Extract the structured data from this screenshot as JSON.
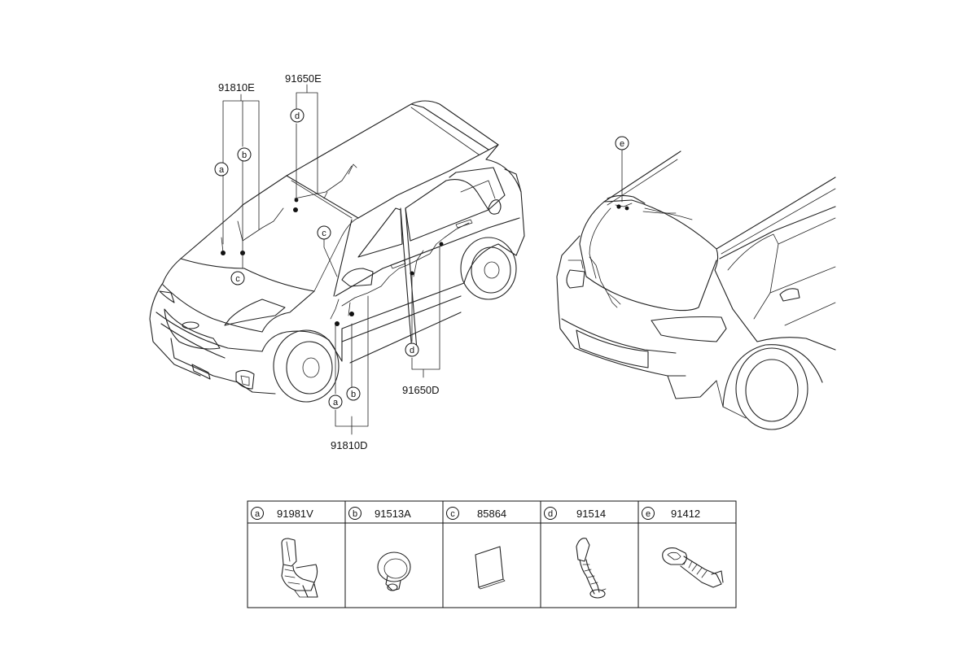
{
  "diagram": {
    "front_view": {
      "callouts": {
        "part_91810E": "91810E",
        "part_91650E": "91650E",
        "part_91650D": "91650D",
        "part_91810D": "91810D"
      },
      "markers": {
        "a_upper": "a",
        "b_upper": "b",
        "c_upper": "c",
        "d_upper": "d",
        "c_middle": "c",
        "d_lower": "d",
        "a_lower": "a",
        "b_lower": "b"
      }
    },
    "rear_view": {
      "markers": {
        "e": "e"
      }
    },
    "legend": {
      "items": [
        {
          "letter": "a",
          "part_number": "91981V",
          "icon": "angled-grommet-icon"
        },
        {
          "letter": "b",
          "part_number": "91513A",
          "icon": "round-grommet-icon"
        },
        {
          "letter": "c",
          "part_number": "85864",
          "icon": "pad-icon"
        },
        {
          "letter": "d",
          "part_number": "91514",
          "icon": "wire-grommet-icon"
        },
        {
          "letter": "e",
          "part_number": "91412",
          "icon": "corrugated-tube-grommet-icon"
        }
      ]
    }
  }
}
